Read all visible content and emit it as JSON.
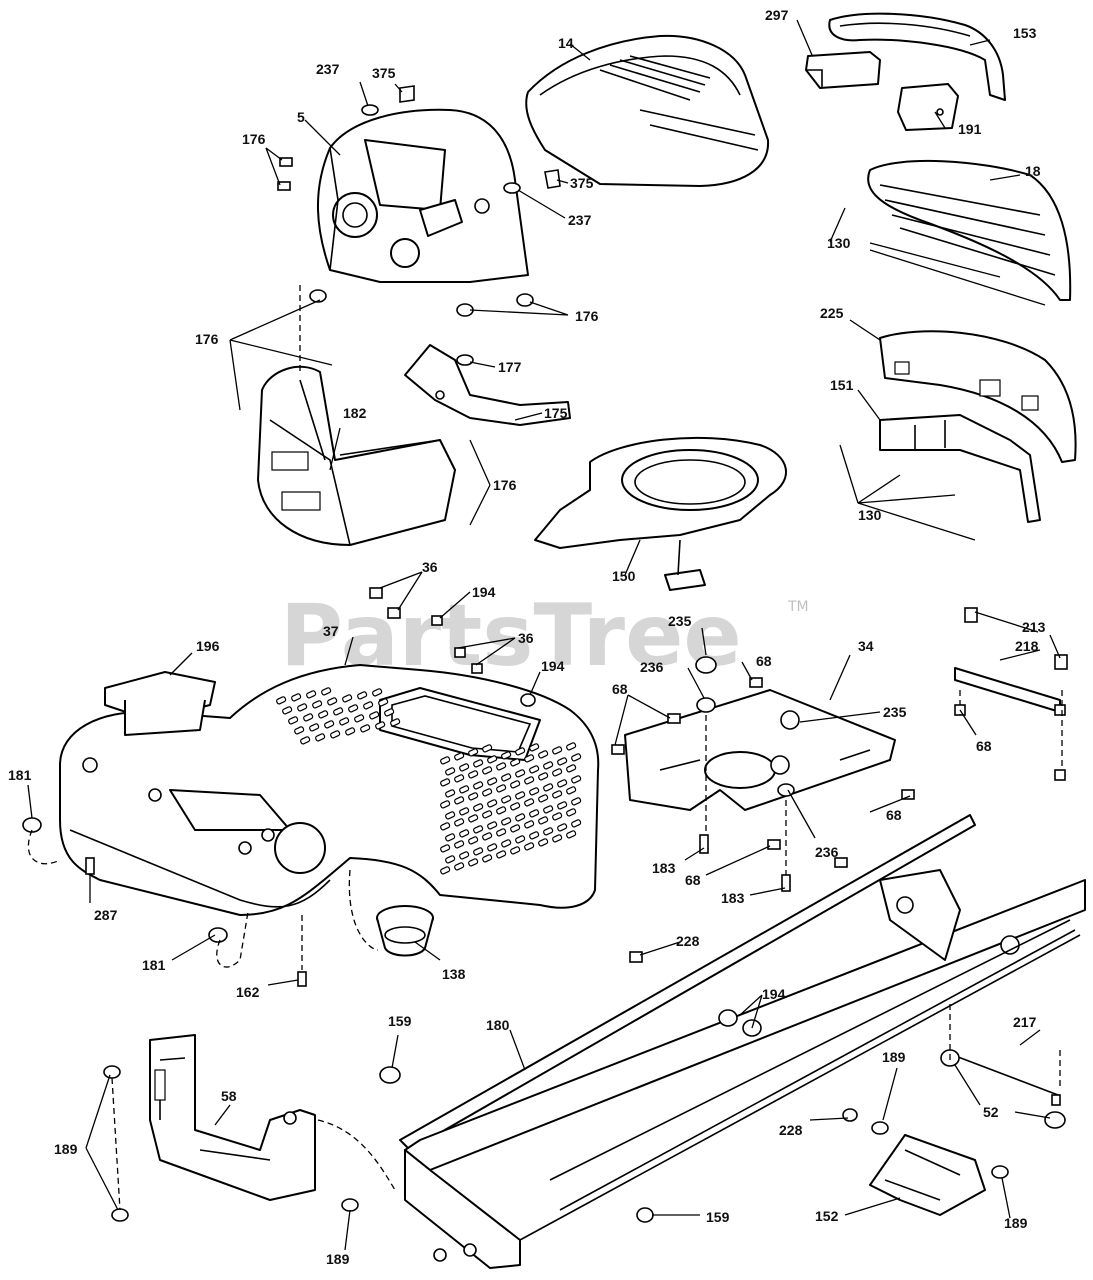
{
  "diagram": {
    "watermark": "PartsTree",
    "watermark_tm": "TM",
    "callouts": [
      "297",
      "153",
      "14",
      "237",
      "375",
      "5",
      "176",
      "191",
      "18",
      "375",
      "237",
      "130",
      "176",
      "176",
      "177",
      "225",
      "182",
      "151",
      "175",
      "176",
      "130",
      "150",
      "36",
      "194",
      "37",
      "36",
      "196",
      "235",
      "68",
      "34",
      "194",
      "236",
      "235",
      "213",
      "218",
      "68",
      "68",
      "181",
      "68",
      "236",
      "183",
      "68",
      "183",
      "287",
      "228",
      "181",
      "138",
      "162",
      "194",
      "180",
      "159",
      "217",
      "189",
      "58",
      "52",
      "228",
      "189",
      "189",
      "159",
      "152",
      "189"
    ]
  }
}
